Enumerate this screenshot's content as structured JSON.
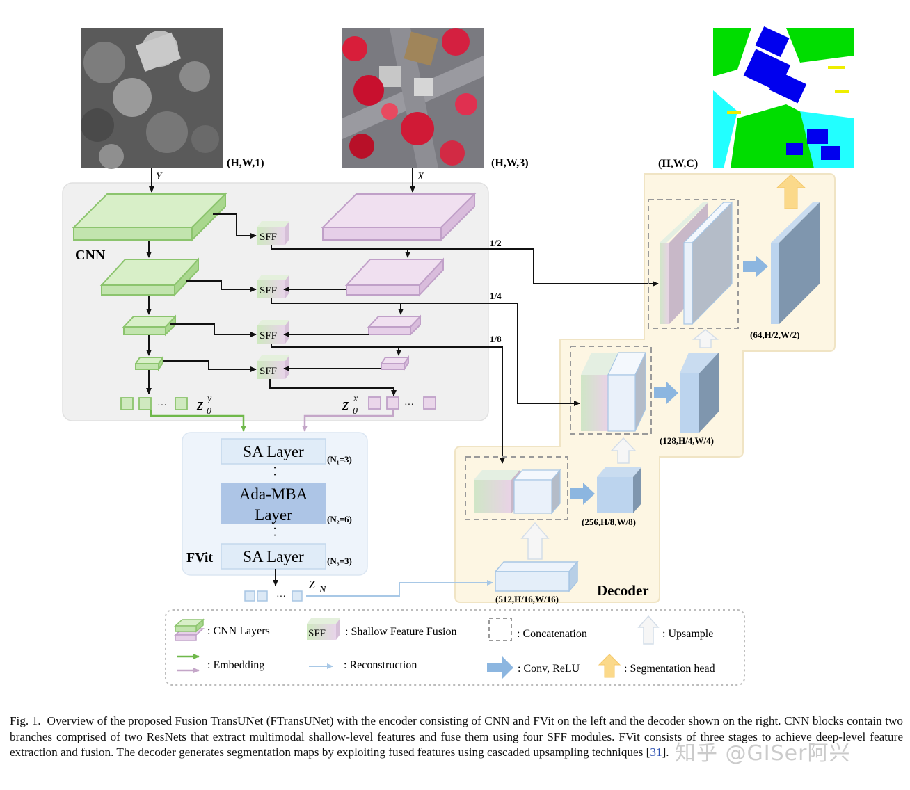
{
  "inputs": {
    "dsm_dim": "(H,W,1)",
    "dsm_var": "Y",
    "rgb_dim": "(H,W,3)",
    "rgb_var": "X",
    "out_dim": "(H,W,C)"
  },
  "encoder": {
    "cnn_label": "CNN",
    "sff_label": "SFF",
    "scale_labels": [
      "1/2",
      "1/4",
      "1/8"
    ],
    "token_ellipsis": "···",
    "z0y": {
      "base": "z",
      "sup": "y",
      "sub": "0"
    },
    "z0x": {
      "base": "z",
      "sup": "x",
      "sub": "0"
    },
    "zN": {
      "base": "z",
      "sub": "N"
    }
  },
  "fvit": {
    "label": "FVit",
    "layers": [
      {
        "name": "SA Layer",
        "count": "(N₁=3)"
      },
      {
        "name": "Ada-MBA Layer",
        "line1": "Ada-MBA",
        "line2": "Layer",
        "count": "(N₂=6)"
      },
      {
        "name": "SA Layer",
        "count": "(N₃=3)"
      }
    ],
    "dots": "·"
  },
  "decoder": {
    "label": "Decoder",
    "dims": [
      "(512,H/16,W/16)",
      "(256,H/8,W/8)",
      "(128,H/4,W/4)",
      "(64,H/2,W/2)"
    ]
  },
  "legend": {
    "cnn_layers": ": CNN Layers",
    "sff_box": "SFF",
    "sff": ": Shallow Feature Fusion",
    "concat": ": Concatenation",
    "upsample": ": Upsample",
    "embedding": ": Embedding",
    "reconstruction": ": Reconstruction",
    "conv_relu": ": Conv, ReLU",
    "seg_head": ": Segmentation head"
  },
  "caption": {
    "lead": "Fig. 1.",
    "text": "Overview of the proposed Fusion TransUNet (FTransUNet) with the encoder consisting of CNN and FVit on the left and the decoder shown on the right. CNN blocks contain two branches comprised of two ResNets that extract multimodal shallow-level features and fuse them using four SFF modules. FVit consists of three stages to achieve deep-level feature extraction and fusion. The decoder generates segmentation maps by exploiting fused features using cascaded upsampling techniques [",
    "ref": "31",
    "end": "]."
  },
  "watermark": "知乎 @GISer阿兴",
  "colors": {
    "cnn": "#c8e6b4",
    "cnn_stroke": "#8cc46e",
    "rgb": "#ecd8ec",
    "rgb_stroke": "#c0a0c8",
    "decoder_bg": "#fdf6e3",
    "decoder_stroke": "#f0e4c4",
    "cnn_panel": "#f0f0f0",
    "fvit_panel": "#eef4fb",
    "blue": "#bed6ee",
    "blue_dark": "#8aa8c4",
    "arrow_blue": "#8cb6e0",
    "seg_head": "#fbd98a"
  }
}
